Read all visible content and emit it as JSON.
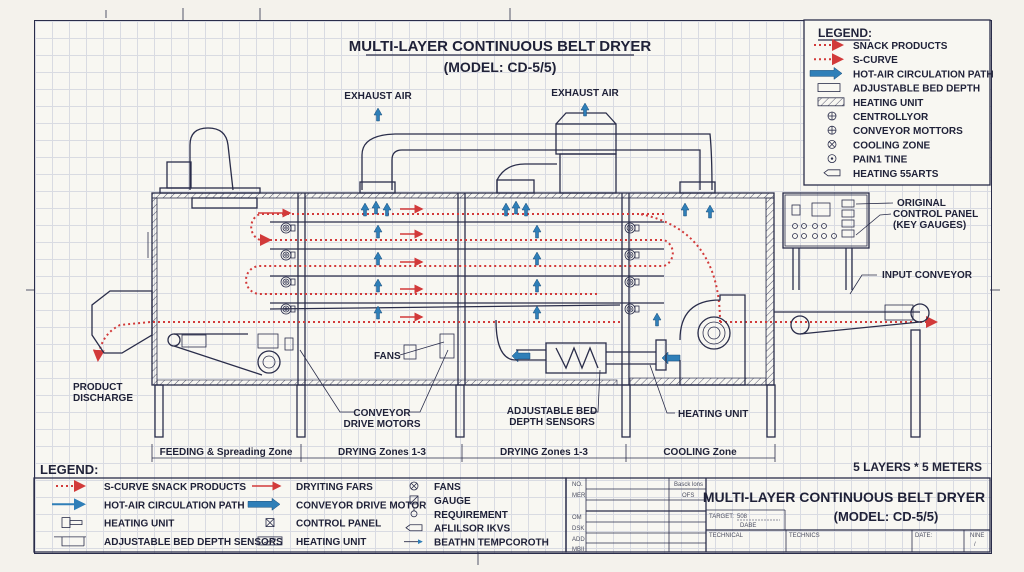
{
  "title": {
    "line1": "MULTI-LAYER CONTINUOUS BELT DRYER",
    "line2": "(MODEL: CD-5/5)"
  },
  "labels": {
    "exhaust_air_left": "EXHAUST AIR",
    "exhaust_air_right": "EXHAUST AIR",
    "product_discharge_1": "PRODUCT",
    "product_discharge_2": "DISCHARGE",
    "fans": "FANS",
    "conveyor_drive_1": "CONVEYOR",
    "conveyor_drive_2": "DRIVE MOTORS",
    "bed_sensors_1": "ADJUSTABLE BED",
    "bed_sensors_2": "DEPTH SENSORS",
    "heating_unit": "HEATING UNIT",
    "control_panel_1": "ORIGINAL",
    "control_panel_2": "CONTROL PANEL",
    "control_panel_3": "(KEY GAUGES)",
    "input_conveyor": "INPUT CONVEYOR",
    "spec": "5 LAYERS * 5 METERS"
  },
  "zones": [
    {
      "label": "FEEDING & Spreading Zone"
    },
    {
      "label": "DRYING Zones 1-3"
    },
    {
      "label": "DRYING Zones 1-3"
    },
    {
      "label": "COOLING Zone"
    }
  ],
  "legend_top": {
    "title": "LEGEND:",
    "items": [
      {
        "icon": "red-dotted-arrow",
        "label": "SNACK PRODUCTS"
      },
      {
        "icon": "red-dotted-arrow",
        "label": "S-CURVE"
      },
      {
        "icon": "blue-arrow",
        "label": "HOT-AIR CIRCULATION PATH"
      },
      {
        "icon": "bed-depth-icon",
        "label": "ADJUSTABLE BED DEPTH"
      },
      {
        "icon": "hatched-box-icon",
        "label": "HEATING UNIT"
      },
      {
        "icon": "circle-cross-icon",
        "label": "CENTROLLYOR"
      },
      {
        "icon": "circle-cross-icon",
        "label": "CONVEYOR MOTTORS"
      },
      {
        "icon": "circle-x-icon",
        "label": "COOLING ZONE"
      },
      {
        "icon": "circle-dot-icon",
        "label": "PAIN1 TINE"
      },
      {
        "icon": "pointer-icon",
        "label": "HEATING 55ARTS"
      }
    ]
  },
  "legend_bottom": {
    "title": "LEGEND:",
    "col1": [
      {
        "icon": "red-dotted-arrow",
        "label": "S-CURVE SNACK PRODUCTS"
      },
      {
        "icon": "blue-line-arrow",
        "label": "HOT-AIR CIRCULATION PATH"
      },
      {
        "icon": "heating-unit-icon",
        "label": "HEATING UNIT"
      },
      {
        "icon": "bed-depth-sensor-icon",
        "label": "ADJUSTABLE BED DEPTH SENSORS"
      }
    ],
    "col2": [
      {
        "icon": "red-solid-arrow",
        "label": "DRYITING FARS"
      },
      {
        "icon": "blue-thick-arrow",
        "label": "CONVEYOR DRIVE MOTOR"
      },
      {
        "icon": "control-panel-icon",
        "label": "CONTROL PANEL"
      },
      {
        "icon": "heating-unit-box-icon",
        "label": "HEATING UNIT"
      }
    ],
    "col3": [
      {
        "icon": "circle-x-icon",
        "label": "FANS"
      },
      {
        "icon": "gauge-icon",
        "label": "GAUGE"
      },
      {
        "icon": "valve-icon",
        "label": "REQUIREMENT"
      },
      {
        "icon": "pointer-icon",
        "label": "AFLILSOR IKVS"
      },
      {
        "icon": "thin-arrow-icon",
        "label": "BEATHN TEMPCOROTH"
      }
    ]
  },
  "title_block": {
    "rows": [
      "NO.",
      "MER",
      "",
      "OM",
      "DSK",
      "ADD",
      "MBII"
    ],
    "col_header": "Basck lons",
    "col_value": "OFS",
    "title_line1": "MULTI-LAYER CONTINUOUS BELT DRYER",
    "title_line2": "(MODEL: CD-5/5)",
    "target_label": "TARGET:",
    "target_value": "508",
    "target_sub": "DABE",
    "technical": "TECHNICAL",
    "technics": "TECHNICS",
    "date": "DATE:",
    "nine": "NINE",
    "nine_value": "/"
  },
  "colors": {
    "product_flow": "#d23a3a",
    "air_flow": "#2f7fb8",
    "linework": "#2a2d4a"
  }
}
